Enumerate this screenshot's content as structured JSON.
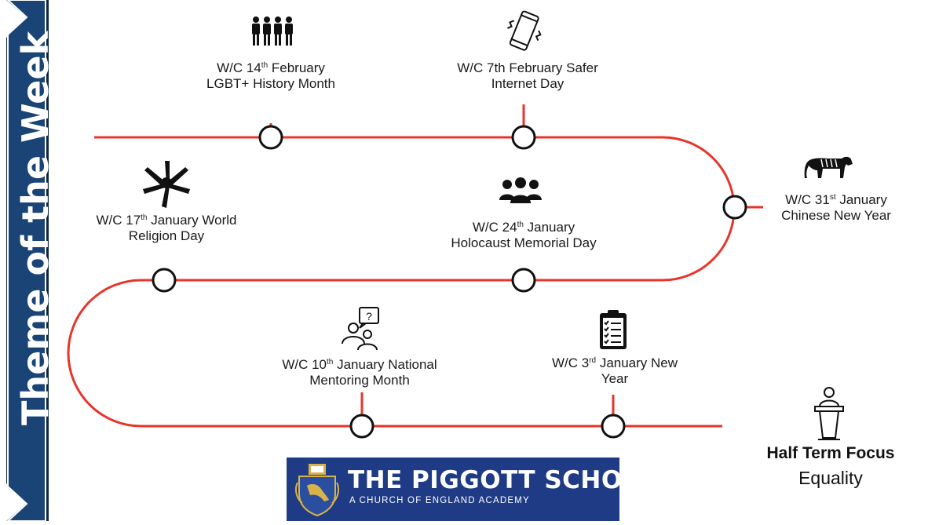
{
  "banner": {
    "title": "Theme of the Week"
  },
  "milestones": [
    {
      "pre": "W/C 14",
      "sup": "th",
      "post": " February",
      "line2": "LGBT+ History Month"
    },
    {
      "text": "W/C 7th February Safer Internet Day"
    },
    {
      "pre": "W/C 31",
      "sup": "st",
      "post": " January",
      "line2": "Chinese New Year"
    },
    {
      "pre": "W/C 17",
      "sup": "th",
      "post": " January World",
      "line2": "Religion Day"
    },
    {
      "pre": "W/C 24",
      "sup": "th",
      "post": " January",
      "line2": "Holocaust Memorial Day"
    },
    {
      "pre": "W/C 10",
      "sup": "th",
      "post": " January National",
      "line2": "Mentoring Month"
    },
    {
      "pre": "W/C 3",
      "sup": "rd",
      "post": " January New",
      "line2": "Year"
    }
  ],
  "focus": {
    "title": "Half Term Focus",
    "value": "Equality"
  },
  "logo": {
    "name": "THE PIGGOTT SCHOOL",
    "subtitle": "A CHURCH OF ENGLAND ACADEMY"
  },
  "colors": {
    "banner": "#1b4476",
    "track": "#e8352b",
    "logo_bg": "#1f3b85"
  },
  "icons": [
    "people-group-icon",
    "smartphone-icon",
    "tiger-icon",
    "hands-unity-icon",
    "group-icon",
    "mentoring-icon",
    "checklist-icon",
    "lectern-icon",
    "crest-icon"
  ]
}
